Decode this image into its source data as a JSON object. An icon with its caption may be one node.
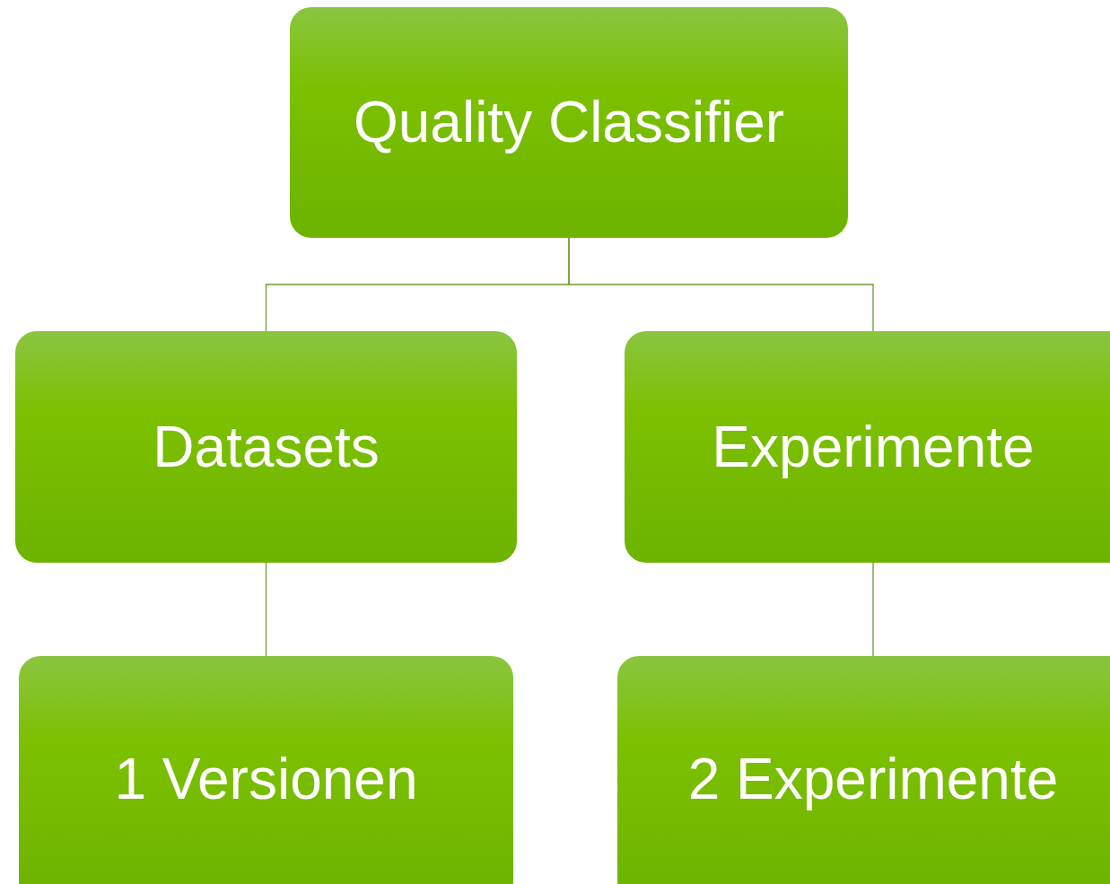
{
  "diagram": {
    "nodes": [
      {
        "text": [
          "Quality Classifier"
        ]
      },
      {
        "text": [
          "Datasets"
        ]
      },
      {
        "text": [
          "Experimente"
        ]
      },
      {
        "text": [
          "1 Versionen"
        ]
      },
      {
        "text": [
          "2 Experimente"
        ]
      }
    ],
    "edges": [
      {
        "from": 0,
        "to": 1,
        "arrow": "none"
      },
      {
        "from": 0,
        "to": 2,
        "arrow": "none"
      },
      {
        "from": 1,
        "to": 3,
        "arrow": "none"
      },
      {
        "from": 2,
        "to": 4,
        "arrow": "none"
      }
    ]
  }
}
